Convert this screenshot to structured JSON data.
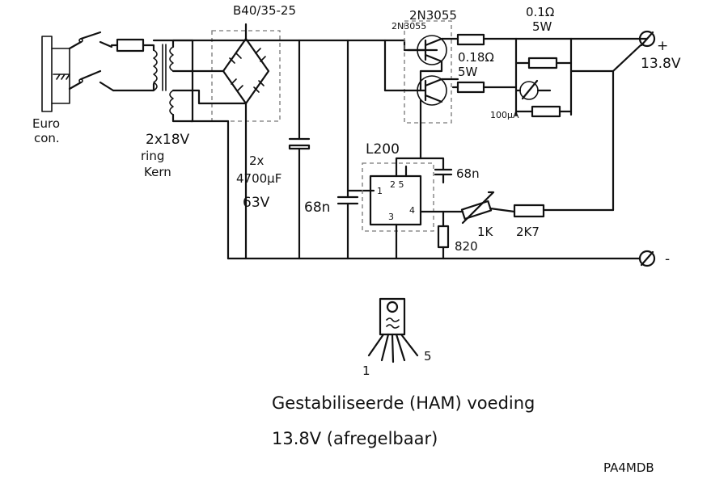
{
  "labels": {
    "bridge": "B40/35-25",
    "q1": "2N3055",
    "q2": "2N3055",
    "r_top": "0.1Ω",
    "r_top_w": "5W",
    "r_mid": "0.18Ω",
    "r_mid_w": "5W",
    "plus": "+",
    "vout": "13.8V",
    "minus": "-",
    "euro1": "Euro",
    "euro2": "con.",
    "xfmr": "2x18V",
    "ring1": "ring",
    "ring2": "Kern",
    "cap1": "2x",
    "cap2": "4700µF",
    "cap3": "63V",
    "c68a": "68n",
    "c68b": "68n",
    "ic": "L200",
    "pin1": "1",
    "pin25": "2 5",
    "pin3": "3",
    "pin4": "4",
    "meter": "100µA",
    "pot": "1K",
    "r2k7": "2K7",
    "r820": "820",
    "pkg1": "1",
    "pkg5": "5",
    "title1": "Gestabiliseerde (HAM) voeding",
    "title2": "13.8V (afregelbaar)",
    "sign": "PA4MDB"
  }
}
